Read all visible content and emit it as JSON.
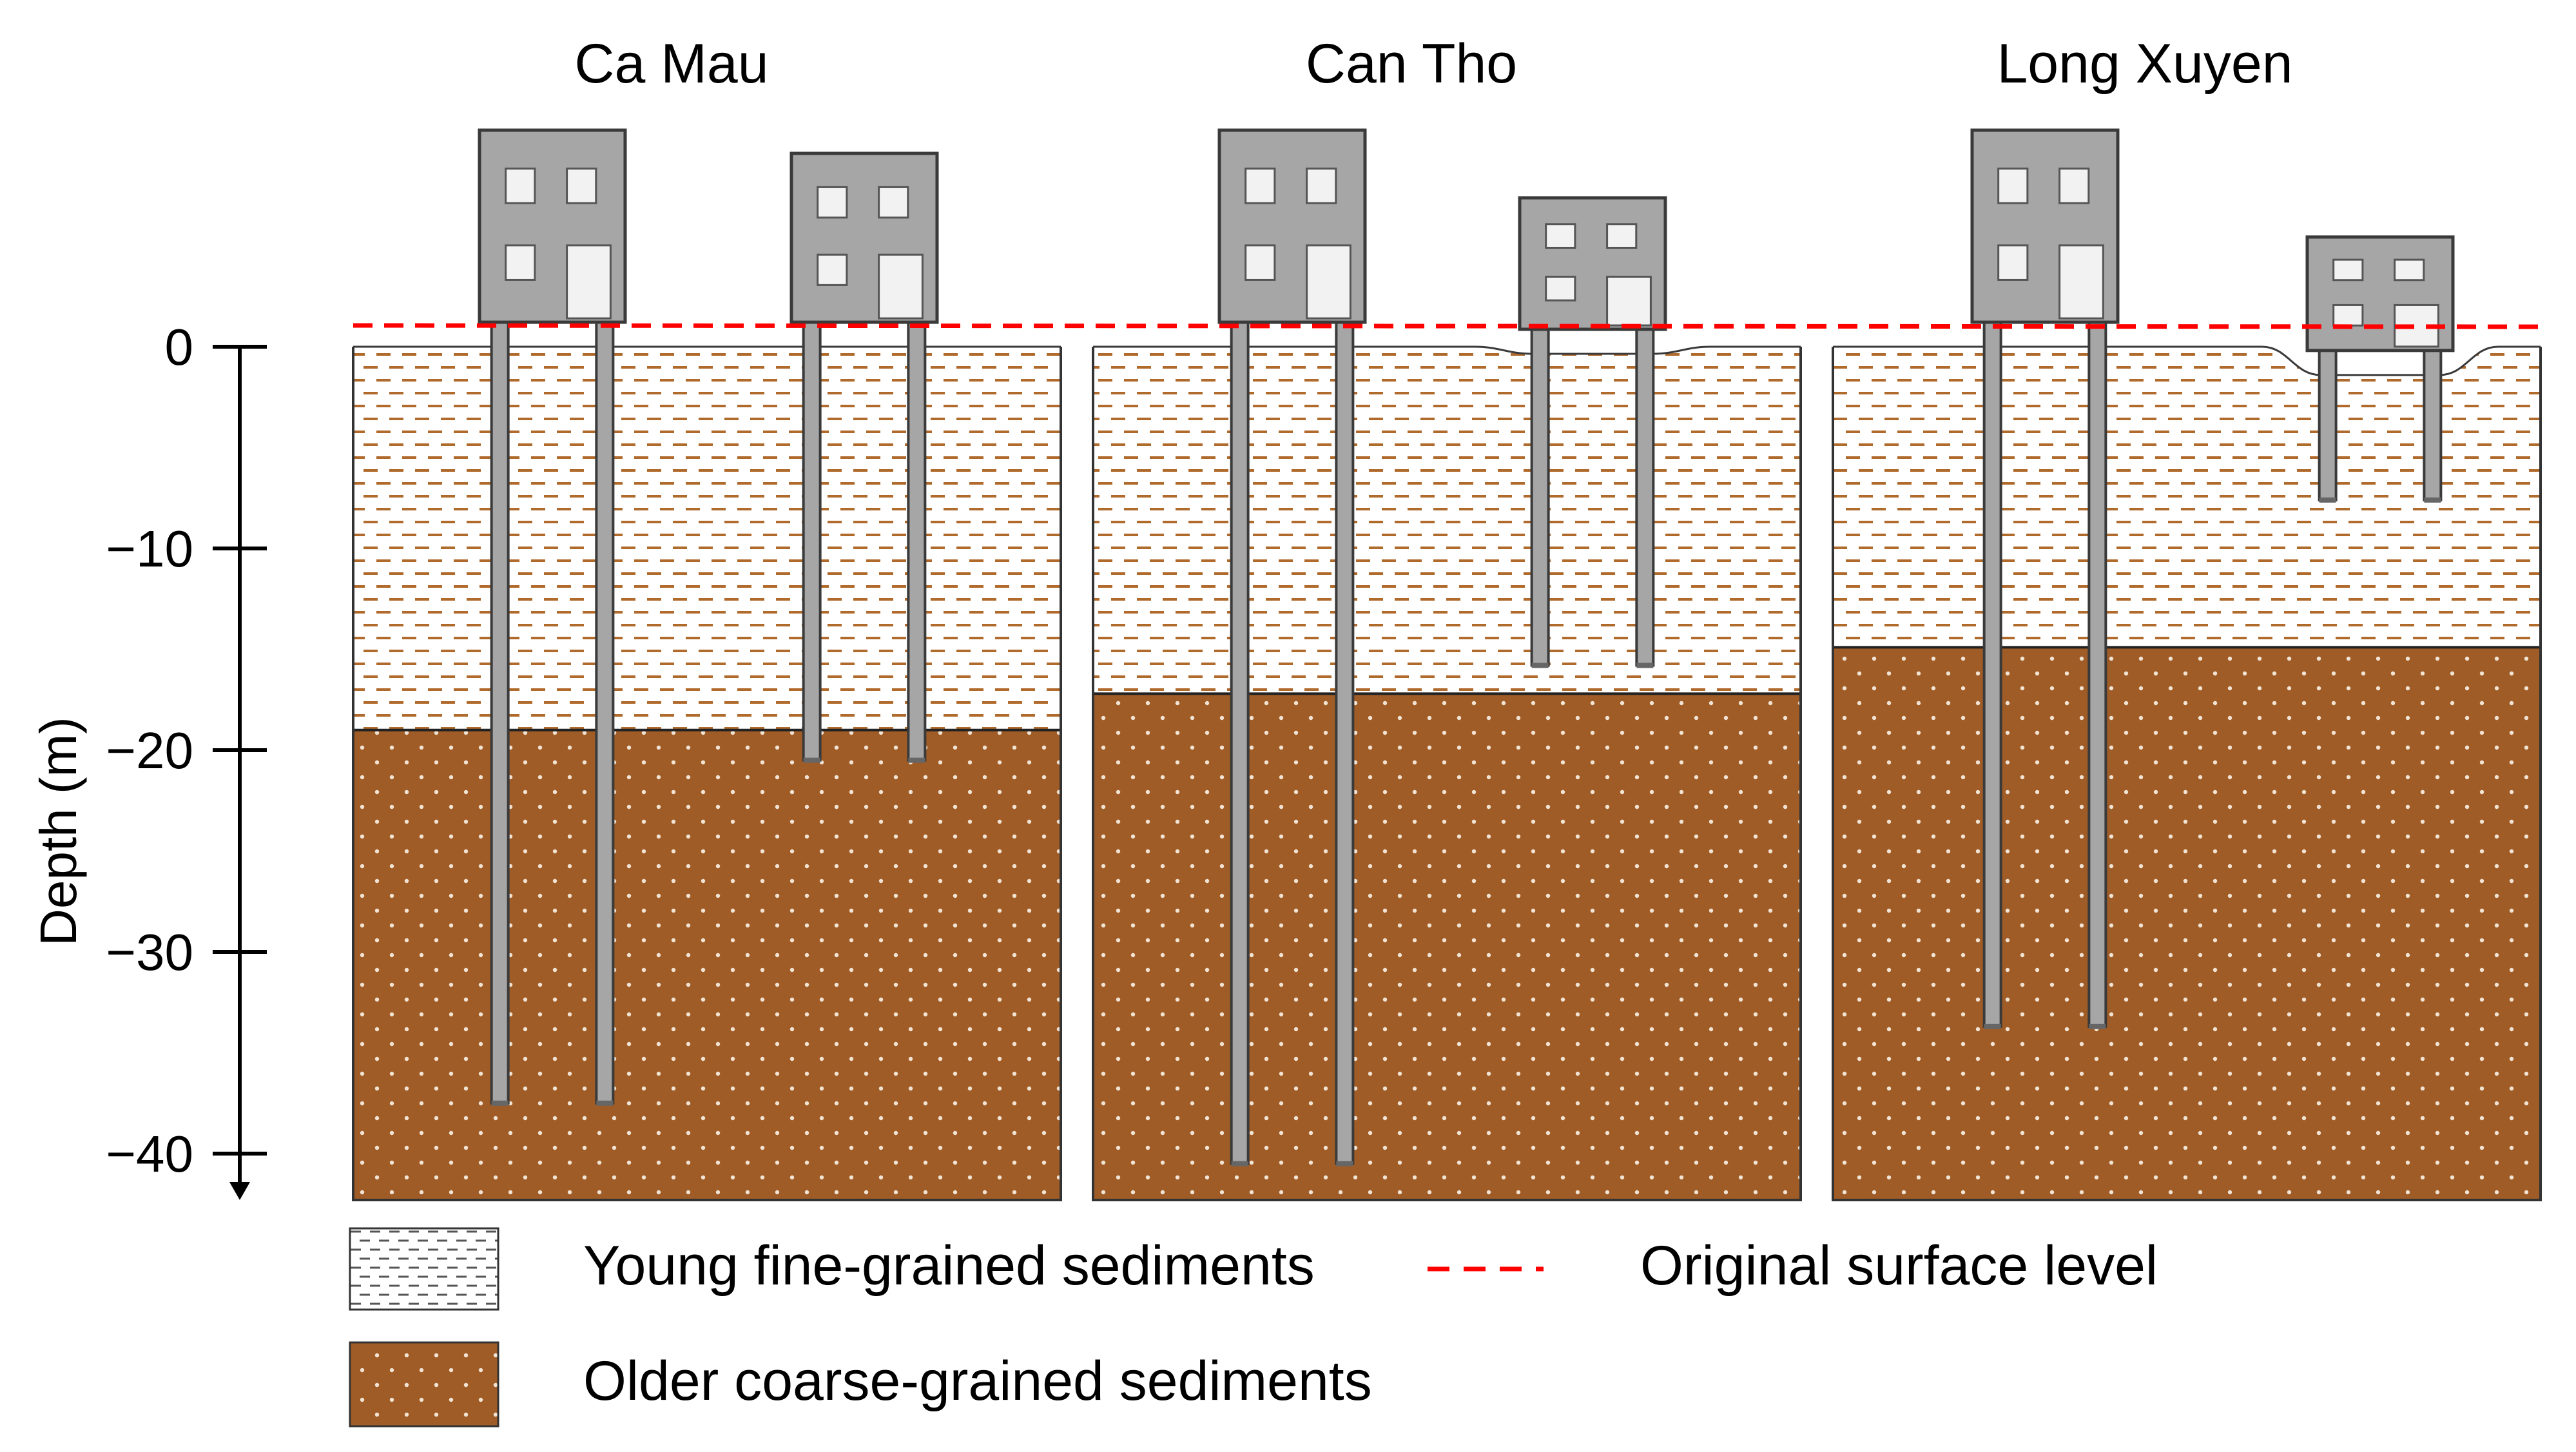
{
  "axis": {
    "label": "Depth (m)",
    "ticks": [
      {
        "label": "0",
        "value": 0
      },
      {
        "label": "−10",
        "value": -10
      },
      {
        "label": "−20",
        "value": -20
      },
      {
        "label": "−30",
        "value": -30
      },
      {
        "label": "−40",
        "value": -40
      }
    ]
  },
  "sites": [
    {
      "name": "Ca Mau",
      "young_base_depth": -19,
      "subsidence": "none",
      "buildings": [
        {
          "size": "tall",
          "pile_tip_depth": -37.5
        },
        {
          "size": "short",
          "pile_tip_depth": -20.5
        }
      ]
    },
    {
      "name": "Can Tho",
      "young_base_depth": -17.2,
      "subsidence": "slight",
      "buildings": [
        {
          "size": "tall",
          "pile_tip_depth": -40.5
        },
        {
          "size": "short",
          "pile_tip_depth": -15.8
        }
      ]
    },
    {
      "name": "Long Xuyen",
      "young_base_depth": -14.9,
      "subsidence": "strong",
      "buildings": [
        {
          "size": "tall",
          "pile_tip_depth": -33.7
        },
        {
          "size": "short",
          "pile_tip_depth": -7.6
        }
      ]
    }
  ],
  "legend": {
    "young": "Young fine-grained sediments",
    "older": "Older coarse-grained sediments",
    "surface": "Original surface level"
  },
  "colors": {
    "young_fill": "#ffffff",
    "young_dash": "#b06a2c",
    "older_fill": "#a05c26",
    "surface_line": "#ff0000",
    "building": "#a6a6a6",
    "window": "#f2f2f2",
    "outline": "#3a3a3a"
  }
}
